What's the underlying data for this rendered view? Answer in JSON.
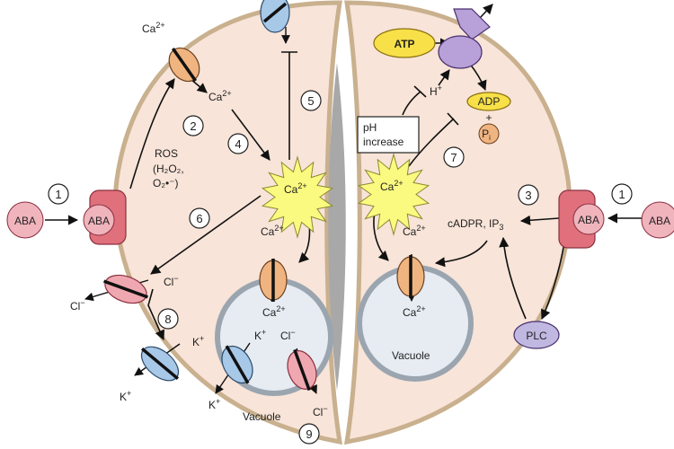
{
  "labels": {
    "aba": "ABA",
    "ca2": "Ca",
    "ca2_sup": "2+",
    "ros": "ROS",
    "h2o2": "(H₂O₂,",
    "o2": "O₂•⁻)",
    "cl": "Cl",
    "cl_sup": "−",
    "k": "K",
    "k_sup": "+",
    "h": "H",
    "h_sup": "+",
    "atp": "ATP",
    "adp": "ADP",
    "plus": "+",
    "pi": "P",
    "pi_sub": "i",
    "ph_line1": "pH",
    "ph_line2": "increase",
    "cadpr": "cADPR, IP",
    "cadpr_sub": "3",
    "plc": "PLC",
    "vacuole": "Vacuole"
  },
  "steps": {
    "s1": "1",
    "s2": "2",
    "s3": "3",
    "s4": "4",
    "s5": "5",
    "s6": "6",
    "s7": "7",
    "s8": "8",
    "s9": "9"
  },
  "colors": {
    "cell_fill": "#f8e4d8",
    "cell_outline": "#c9b08e",
    "vacuole_fill": "#e6ecf2",
    "vacuole_outline": "#9aa5b0",
    "aba_fill": "#f0b4bc",
    "receptor_fill": "#e0707c",
    "ca_channel": "#f0b480",
    "k_channel": "#a8c8e8",
    "cl_channel": "#f0a8b0",
    "atp_fill": "#f8e048",
    "pump_fill": "#b8a0d8",
    "plc_fill": "#c0b8e0",
    "burst_fill": "#fafa80"
  }
}
